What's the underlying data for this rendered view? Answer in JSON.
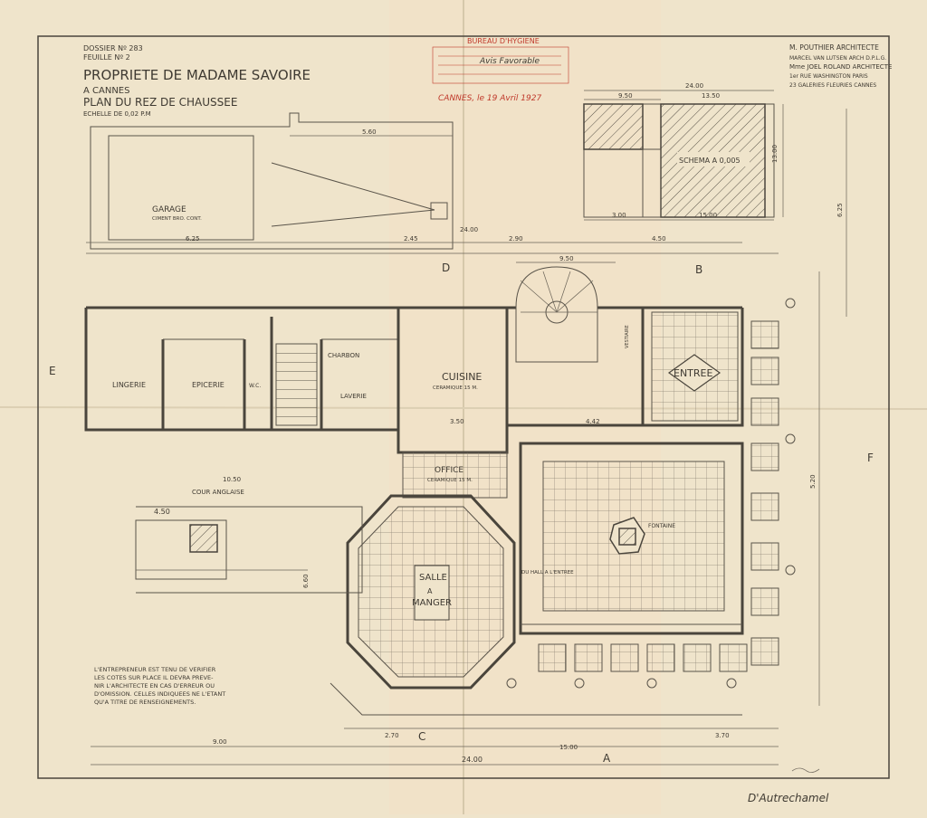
{
  "header": {
    "dossier": "DOSSIER Nº 283",
    "feuille": "FEUILLE Nº 2",
    "title": "PROPRIETE DE MADAME SAVOIRE",
    "city": "A CANNES",
    "subtitle": "PLAN DU REZ DE CHAUSSEE",
    "scale": "ECHELLE DE 0,02 P.M"
  },
  "architects": {
    "line1": "M. POUTHIER ARCHITECTE",
    "line2": "MARCEL VAN LUTSEN ARCH D.P.L.G.",
    "line3": "Mme JOEL ROLAND ARCHITECTE",
    "line4": "1er RUE WASHINGTON PARIS",
    "line5": "23 GALERIES FLEURIES CANNES"
  },
  "stamp": {
    "office": "BUREAU D'HYGIENE",
    "line1": "Avis Favorable",
    "line2": "CANNES, le 19 Avril 1927"
  },
  "date_stamp": "CANNES, le 19 Avril 1927",
  "rooms": {
    "garage": "GARAGE",
    "garage_note": "CIMENT BRO. CONT.",
    "lingerie": "LINGERIE",
    "epicerie": "EPICERIE",
    "wc": "W.C.",
    "charbon": "CHARBON",
    "laverie": "LAVERIE",
    "cuisine": "CUISINE",
    "cuisine_note": "CERAMIQUE 15 M.",
    "office": "OFFICE",
    "office_note": "CERAMIQUE 15 M.",
    "entree": "ENTREE",
    "vestiaire": "VESTIAIRE",
    "salle": "SALLE",
    "a": "A",
    "manger": "MANGER",
    "fontaine": "FONTAINE",
    "cour": "COUR ANGLAISE",
    "schema": "SCHEMA A 0,005",
    "hall_note": "DU HALL A L'ENTREE"
  },
  "axes": {
    "a": "A",
    "b": "B",
    "c": "C",
    "d": "D",
    "e": "E",
    "f": "F"
  },
  "dims": {
    "d1": "24.00",
    "d2": "9.50",
    "d3": "13.50",
    "d4": "3.00",
    "d5": "15.00",
    "d6": "5.60",
    "d7": "6.25",
    "d8": "4.50",
    "d9": "10.50",
    "d10": "2.45",
    "d11": "2.90",
    "d12": "3.50",
    "d13": "4.42",
    "d14": "4.50",
    "d15": "2.70",
    "d16": "3.70",
    "d17": "15.00",
    "d18": "9.00",
    "d19": "24.00",
    "d20": "6.60",
    "d21": "13.00",
    "d22": "6.25",
    "d23": "5.20"
  },
  "note": {
    "l1": "L'ENTREPRENEUR EST TENU DE VERIFIER",
    "l2": "LES COTES SUR PLACE IL DEVRA PREVE-",
    "l3": "NIR L'ARCHITECTE EN CAS D'ERREUR OU",
    "l4": "D'OMISSION. CELLES INDIQUEES NE L'ETANT",
    "l5": "QU'A TITRE DE RENSEIGNEMENTS."
  },
  "signature": "D'Autrechamel"
}
